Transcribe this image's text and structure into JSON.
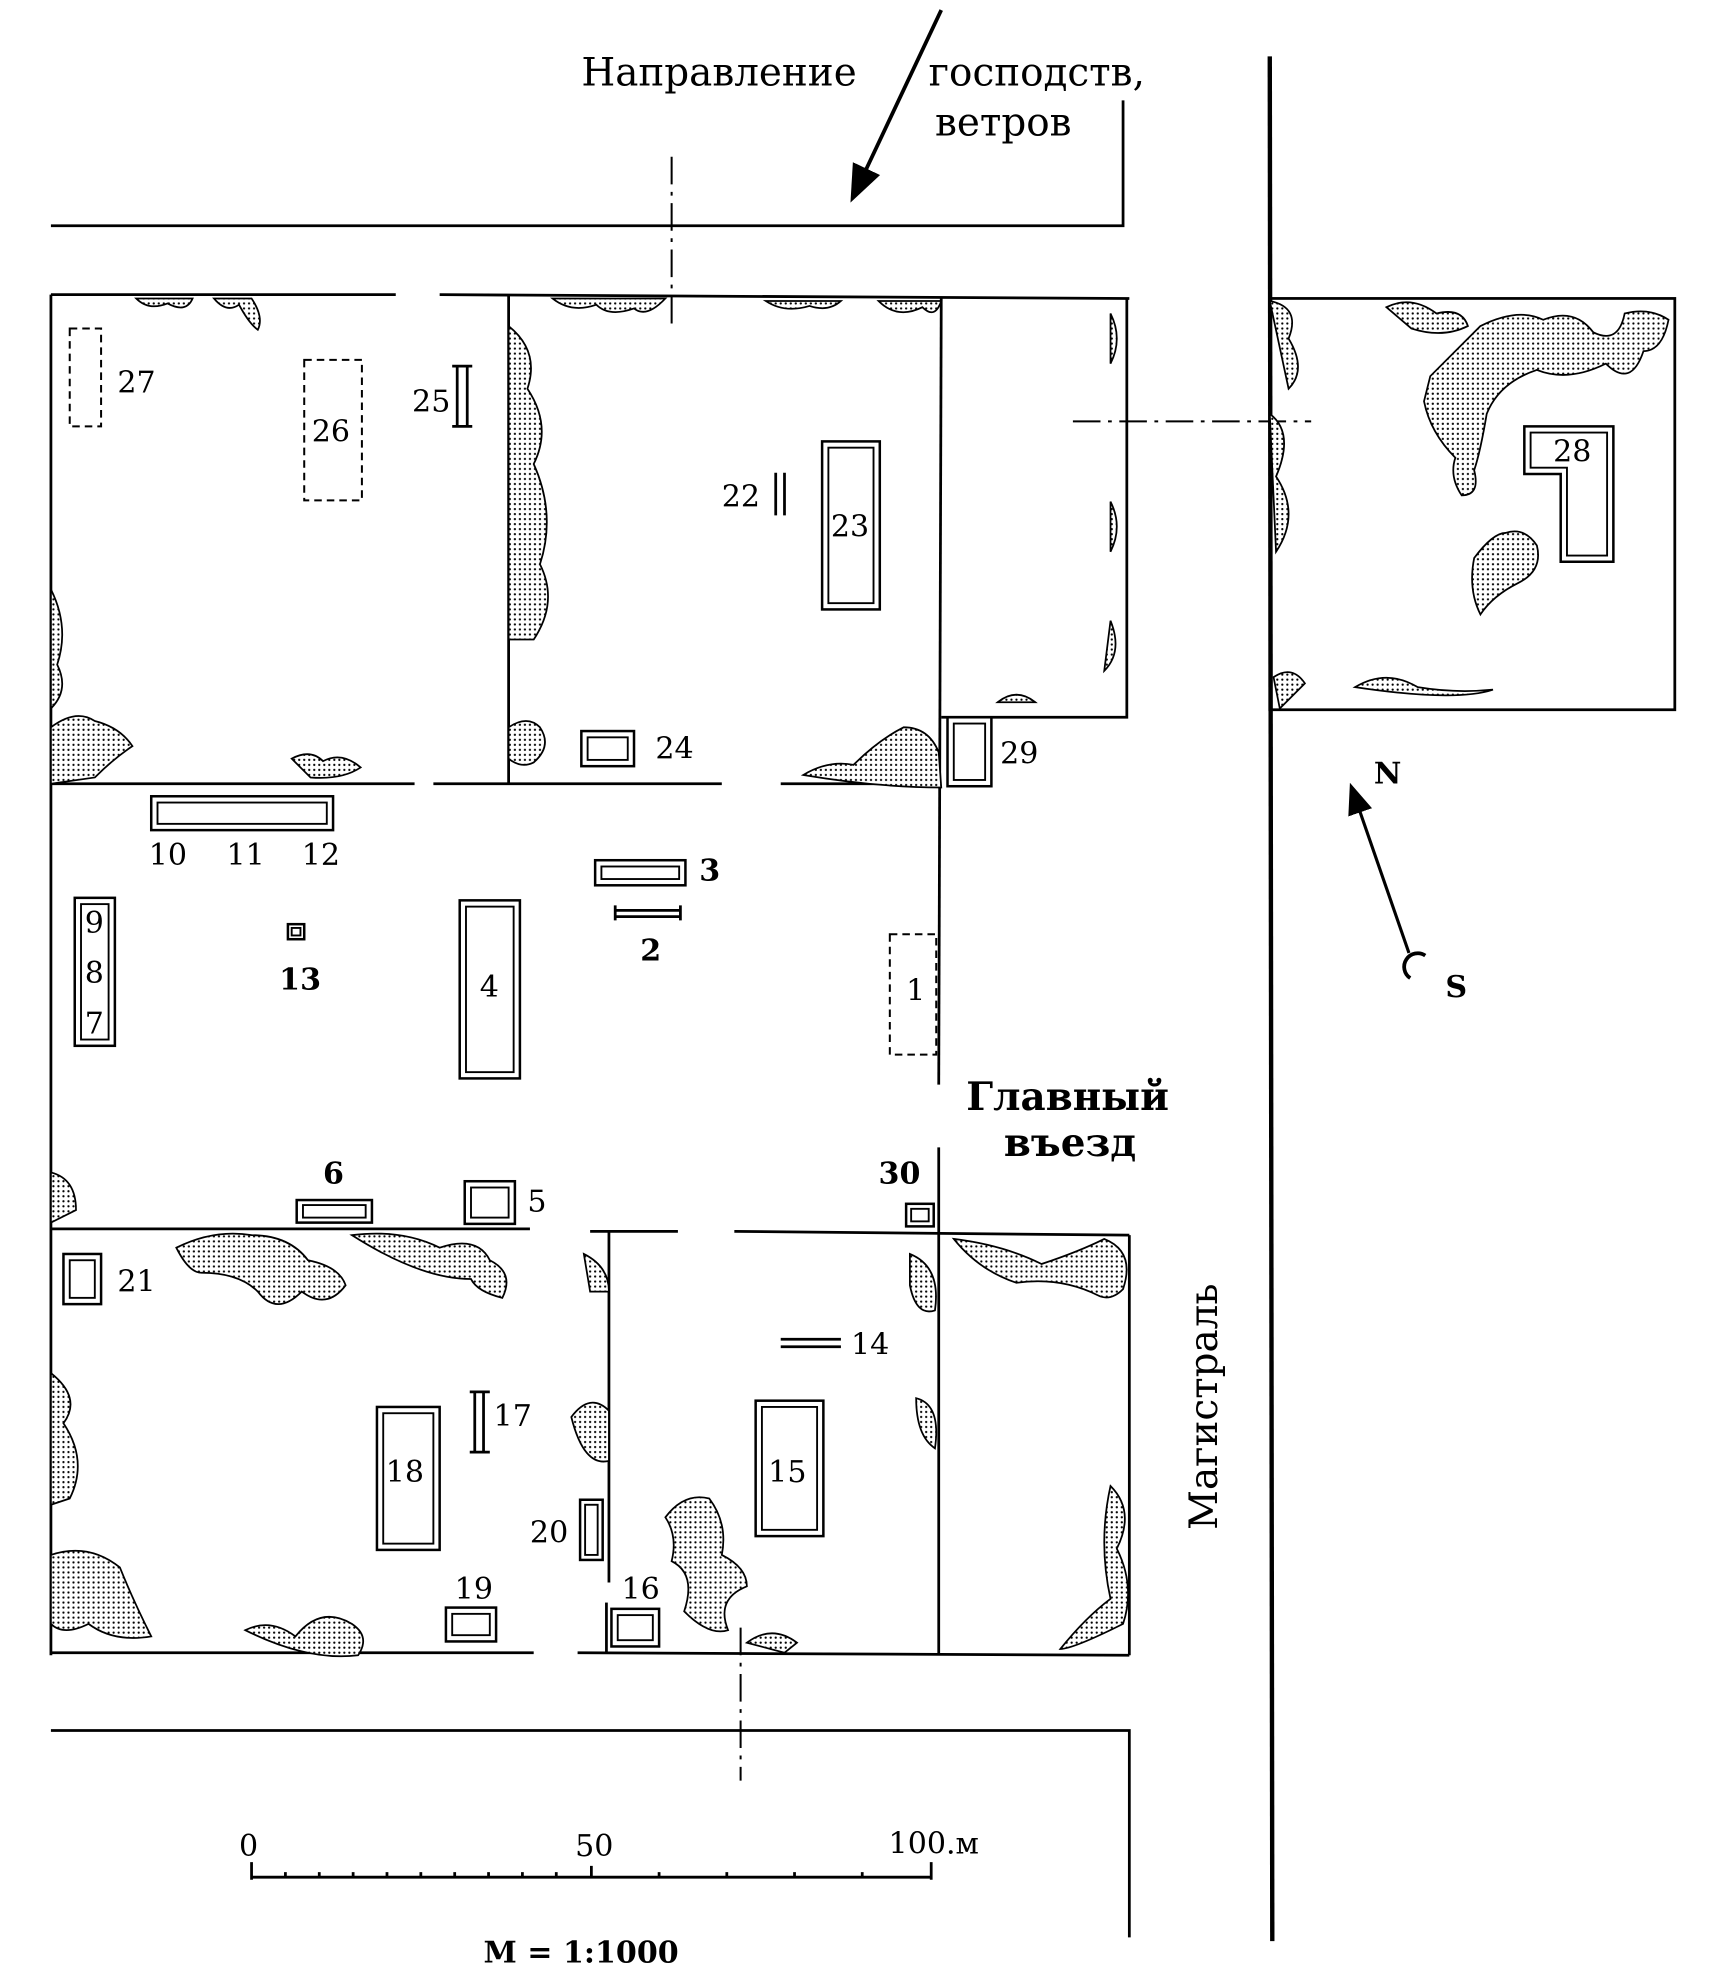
{
  "wind": {
    "line1a": "Направление",
    "line1b": "господств,",
    "line2": "ветров"
  },
  "entrance": {
    "line1": "Главный",
    "line2": "въезд"
  },
  "highway_label": "Магистраль",
  "compass": {
    "north": "N",
    "south": "S"
  },
  "scale": {
    "ticks": [
      "0",
      "50",
      "100.м"
    ],
    "ratio": "М = 1:1000"
  },
  "buildings": {
    "b1": "1",
    "b2": "2",
    "b3": "3",
    "b4": "4",
    "b5": "5",
    "b6": "6",
    "b7": "7",
    "b8": "8",
    "b9": "9",
    "b10": "10",
    "b11": "11",
    "b12": "12",
    "b13": "13",
    "b14": "14",
    "b15": "15",
    "b16": "16",
    "b17": "17",
    "b18": "18",
    "b19": "19",
    "b20": "20",
    "b21": "21",
    "b22": "22",
    "b23": "23",
    "b24": "24",
    "b25": "25",
    "b26": "26",
    "b27": "27",
    "b28": "28",
    "b29": "29",
    "b30": "30"
  },
  "colors": {
    "ink": "#000000",
    "paper": "#ffffff"
  }
}
